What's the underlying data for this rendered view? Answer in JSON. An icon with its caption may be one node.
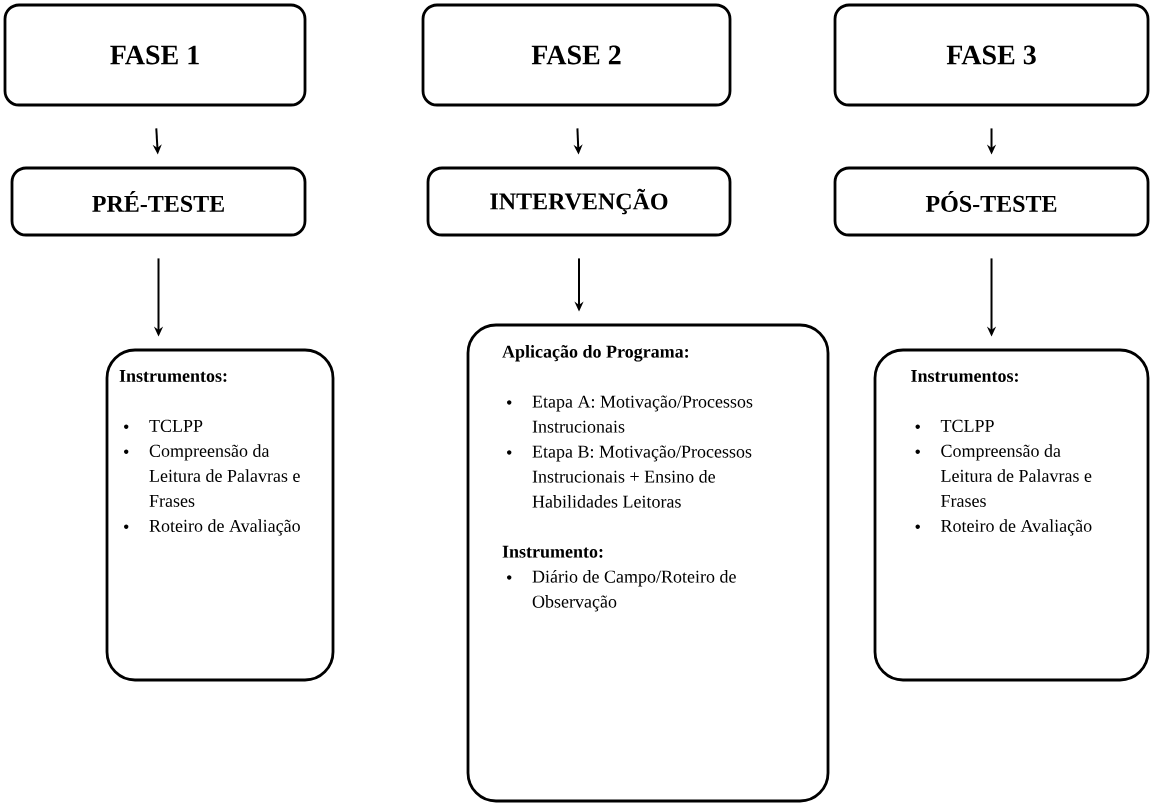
{
  "diagram": {
    "nodes": [
      {
        "text": [
          "FASE 1"
        ]
      },
      {
        "text": [
          "FASE 2"
        ]
      },
      {
        "text": [
          "FASE 3"
        ]
      },
      {
        "text": [
          "PRÉ-TESTE"
        ]
      },
      {
        "text": [
          "INTERVENÇÃO"
        ]
      },
      {
        "text": [
          "PÓS-TESTE"
        ]
      },
      {
        "text": [
          "Instrumentos:",
          "TCLPP",
          "Compreensão da Leitura de Palavras e Frases",
          "Roteiro de Avaliação"
        ]
      },
      {
        "text": [
          "Aplicação do Programa:",
          "Etapa A: Motivação/Processos Instrucionais",
          "Etapa B: Motivação/Processos Instrucionais + Ensino de Habilidades Leitoras",
          "Instrumento:",
          "Diário de Campo/Roteiro de Observação"
        ]
      },
      {
        "text": [
          "Instrumentos:",
          "TCLPP",
          "Compreensão da Leitura de Palavras e Frases",
          "Roteiro de Avaliação"
        ]
      }
    ],
    "edges": [
      {
        "from": 0,
        "to": 3,
        "arrow": "to"
      },
      {
        "from": 1,
        "to": 4,
        "arrow": "to"
      },
      {
        "from": 2,
        "to": 5,
        "arrow": "to"
      },
      {
        "from": 3,
        "to": 6,
        "arrow": "to"
      },
      {
        "from": 4,
        "to": 7,
        "arrow": "to"
      },
      {
        "from": 5,
        "to": 8,
        "arrow": "to"
      }
    ]
  }
}
